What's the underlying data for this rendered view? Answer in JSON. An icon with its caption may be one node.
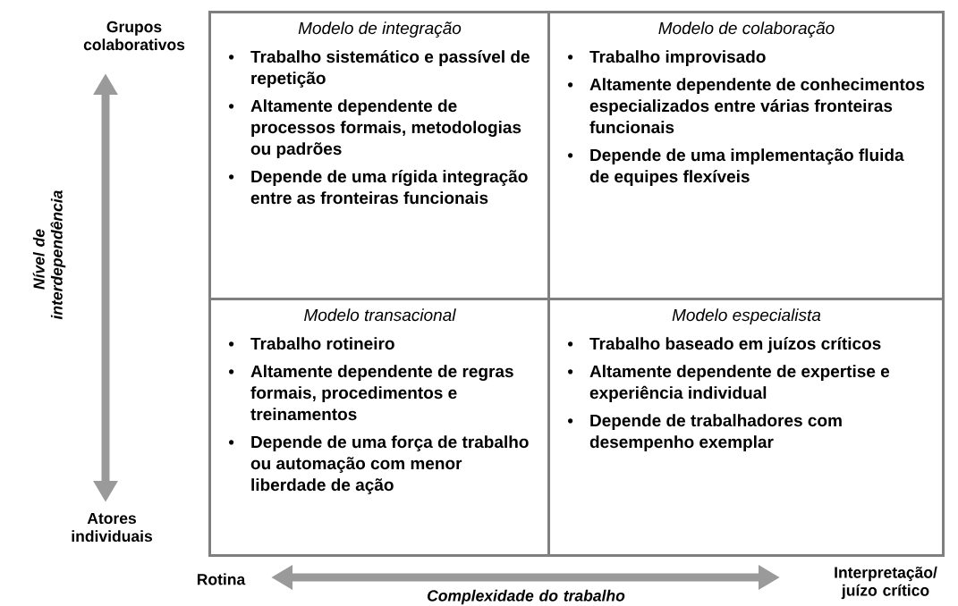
{
  "diagram": {
    "nodes": [
      {
        "text": [
          "Modelo de integração",
          "Trabalho sistemático e passível de repetição",
          "Altamente dependente de processos formais, metodologias ou padrões",
          "Depende de uma rígida integração entre as fronteiras funcionais"
        ]
      },
      {
        "text": [
          "Modelo de colaboração",
          "Trabalho improvisado",
          "Altamente dependente de conhecimentos especializados entre várias fronteiras funcionais",
          "Depende de uma implementação fluida de equipes flexíveis"
        ]
      },
      {
        "text": [
          "Modelo transacional",
          "Trabalho rotineiro",
          "Altamente dependente de regras formais, procedimentos e treinamentos",
          "Depende de uma força de trabalho ou automação com menor liberdade de ação"
        ]
      },
      {
        "text": [
          "Modelo especialista",
          "Trabalho baseado em juízos críticos",
          "Altamente dependente de expertise e experiência individual",
          "Depende de trabalhadores com desempenho exemplar"
        ]
      }
    ],
    "labels": [
      "Grupos colaborativos",
      "Nível de interdependência",
      "Atores individuais",
      "Rotina",
      "Interpretação/ juízo crítico",
      "Complexidade do trabalho"
    ]
  }
}
